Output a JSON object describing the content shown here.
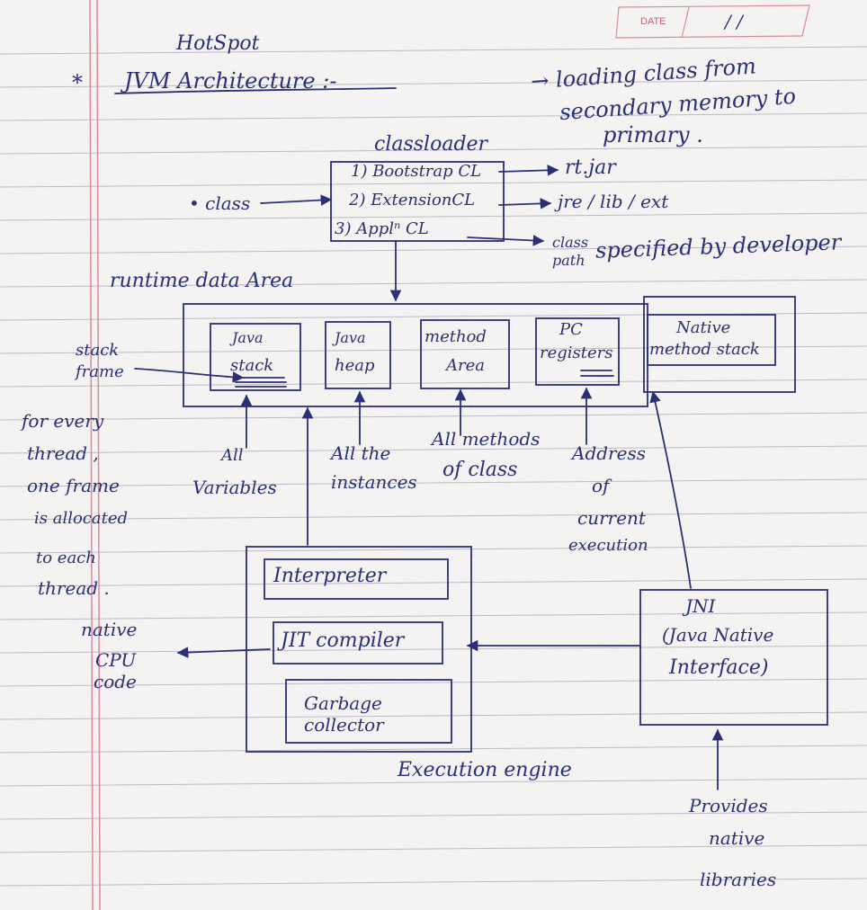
{
  "page": {
    "date_label": "DATE",
    "date_value": "/ /",
    "heading_prefix": "HotSpot",
    "heading_bullet": "*",
    "heading": "JVM Architecture :-"
  },
  "notes": {
    "loading_line1": "→ loading class from",
    "loading_line2": "secondary memory to",
    "loading_line3": "primary ."
  },
  "classloader": {
    "title": "classloader",
    "input": "• class",
    "items": [
      {
        "label": "1) Bootstrap CL",
        "target": "rt.jar"
      },
      {
        "label": "2) ExtensionCL",
        "target": "jre / lib / ext"
      },
      {
        "label": "3) Applⁿ CL",
        "target": "class path"
      }
    ],
    "specified": "specified by developer"
  },
  "runtime": {
    "title": "runtime data Area",
    "stack_frame": "stack frame",
    "components": [
      {
        "line1": "Java",
        "line2": "stack"
      },
      {
        "line1": "Java",
        "line2": "heap"
      },
      {
        "line1": "method",
        "line2": "Area"
      },
      {
        "line1": "PC",
        "line2": "registers"
      },
      {
        "line1": "Native",
        "line2": "method stack"
      }
    ],
    "thread_note": [
      "for every",
      "thread ,",
      "one frame",
      "is allocated",
      "to each",
      "thread ."
    ],
    "stack_note": [
      "All",
      "Variables"
    ],
    "heap_note": [
      "All the",
      "instances"
    ],
    "method_note": [
      "All methods",
      "of class"
    ],
    "pc_note": [
      "Address",
      "of",
      "current",
      "execution"
    ]
  },
  "engine": {
    "title": "Execution engine",
    "parts": [
      "Interpreter",
      "JIT compiler",
      "Garbage collector"
    ],
    "native_code": [
      "native",
      "CPU",
      "code"
    ]
  },
  "jni": {
    "title": "JNI",
    "subtitle": [
      "(Java Native",
      "Interface)"
    ],
    "provides": [
      "Provides",
      "native",
      "libraries"
    ]
  }
}
